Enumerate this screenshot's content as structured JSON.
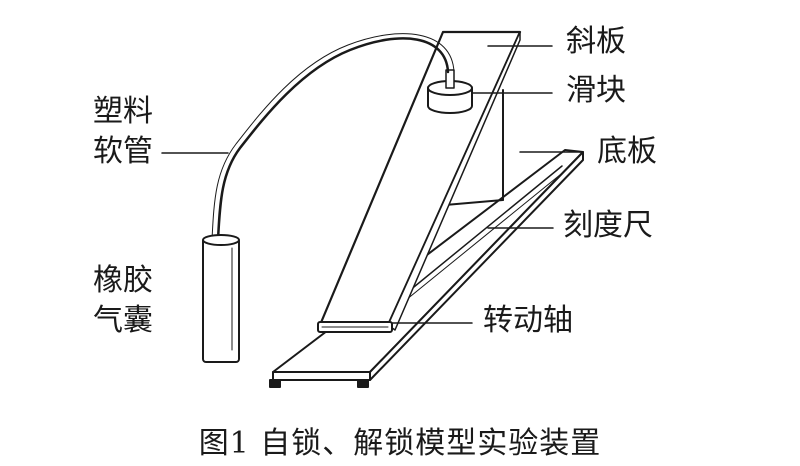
{
  "labels": {
    "incline": "斜板",
    "slider": "滑块",
    "base": "底板",
    "tube_line1": "塑料",
    "tube_line2": "软管",
    "ruler": "刻度尺",
    "balloon_line1": "橡胶",
    "balloon_line2": "气囊",
    "axle": "转动轴"
  },
  "caption": "图1  自锁、解锁模型实验装置",
  "colors": {
    "ink": "#1a1a1a",
    "fill": "#ffffff"
  }
}
